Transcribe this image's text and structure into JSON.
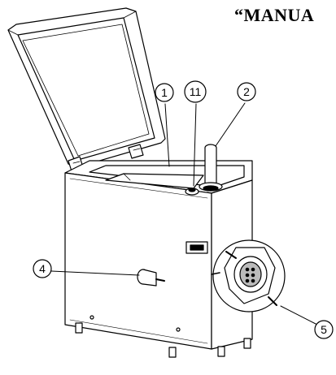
{
  "header": {
    "title": "“MANUA"
  },
  "callouts": [
    {
      "label": "1",
      "part": "hopper-tray"
    },
    {
      "label": "11",
      "part": "switch"
    },
    {
      "label": "2",
      "part": "pusher"
    },
    {
      "label": "4",
      "part": "handle-knob"
    },
    {
      "label": "5",
      "part": "grinding-head"
    }
  ]
}
